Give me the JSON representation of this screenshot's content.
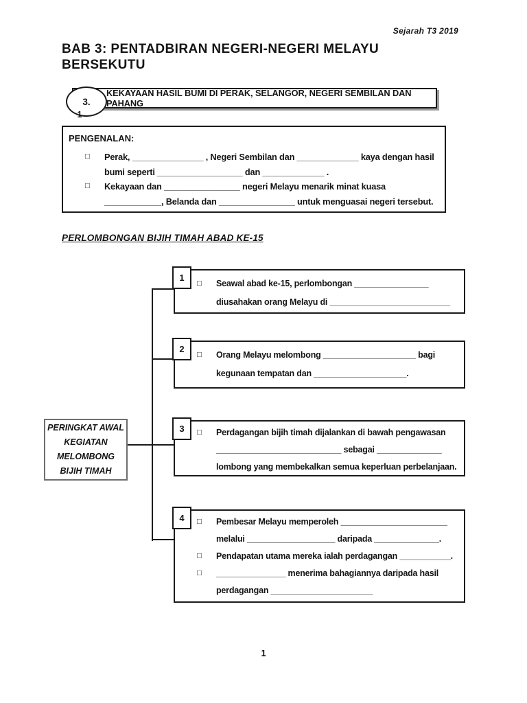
{
  "glyphs": {
    "bullet": "□"
  },
  "page": {
    "header_note": "Sejarah T3  2019",
    "title_line1": "BAB 3:  PENTADBIRAN NEGERI-NEGERI MELAYU",
    "title_line2": "BERSEKUTU",
    "page_number": "1"
  },
  "section_banner": {
    "number_top": "3.",
    "number_bottom": "1",
    "label": "KEKAYAAN HASIL BUMI DI PERAK, SELANGOR, NEGERI SEMBILAN DAN PAHANG"
  },
  "pengenalan": {
    "heading": "PENGENALAN:",
    "bullets": [
      {
        "lines": [
          "Perak, _______________ , Negeri Sembilan dan _____________ kaya dengan hasil",
          "bumi seperti __________________ dan _____________ ."
        ]
      },
      {
        "lines": [
          "Kekayaan dan ________________ negeri Melayu menarik minat kuasa",
          "____________, Belanda dan ________________ untuk menguasai negeri tersebut."
        ]
      }
    ]
  },
  "subheading": "PERLOMBONGAN BIJIH TIMAH ABAD KE-15",
  "diagram": {
    "label_lines": [
      "PERINGKAT AWAL",
      "KEGIATAN",
      "MELOMBONG",
      "BIJIH TIMAH"
    ],
    "items": [
      {
        "number": "1",
        "bullets": [
          {
            "lines": [
              "Seawal abad ke-15, perlombongan ________________",
              "diusahakan orang Melayu di __________________________"
            ]
          }
        ]
      },
      {
        "number": "2",
        "bullets": [
          {
            "lines": [
              "Orang Melayu melombong ____________________ bagi",
              "kegunaan tempatan dan ____________________."
            ]
          }
        ]
      },
      {
        "number": "3",
        "bullets": [
          {
            "lines": [
              "Perdagangan bijih timah dijalankan di bawah pengawasan",
              "___________________________ sebagai ______________",
              "lombong yang membekalkan semua keperluan perbelanjaan."
            ]
          }
        ]
      },
      {
        "number": "4",
        "bullets": [
          {
            "lines": [
              "Pembesar Melayu memperoleh _______________________",
              "melalui ___________________ daripada ______________."
            ]
          },
          {
            "lines": [
              "Pendapatan utama mereka ialah perdagangan ___________."
            ]
          },
          {
            "lines": [
              "_______________ menerima bahagiannya daripada hasil",
              "perdagangan ______________________"
            ]
          }
        ]
      }
    ]
  }
}
